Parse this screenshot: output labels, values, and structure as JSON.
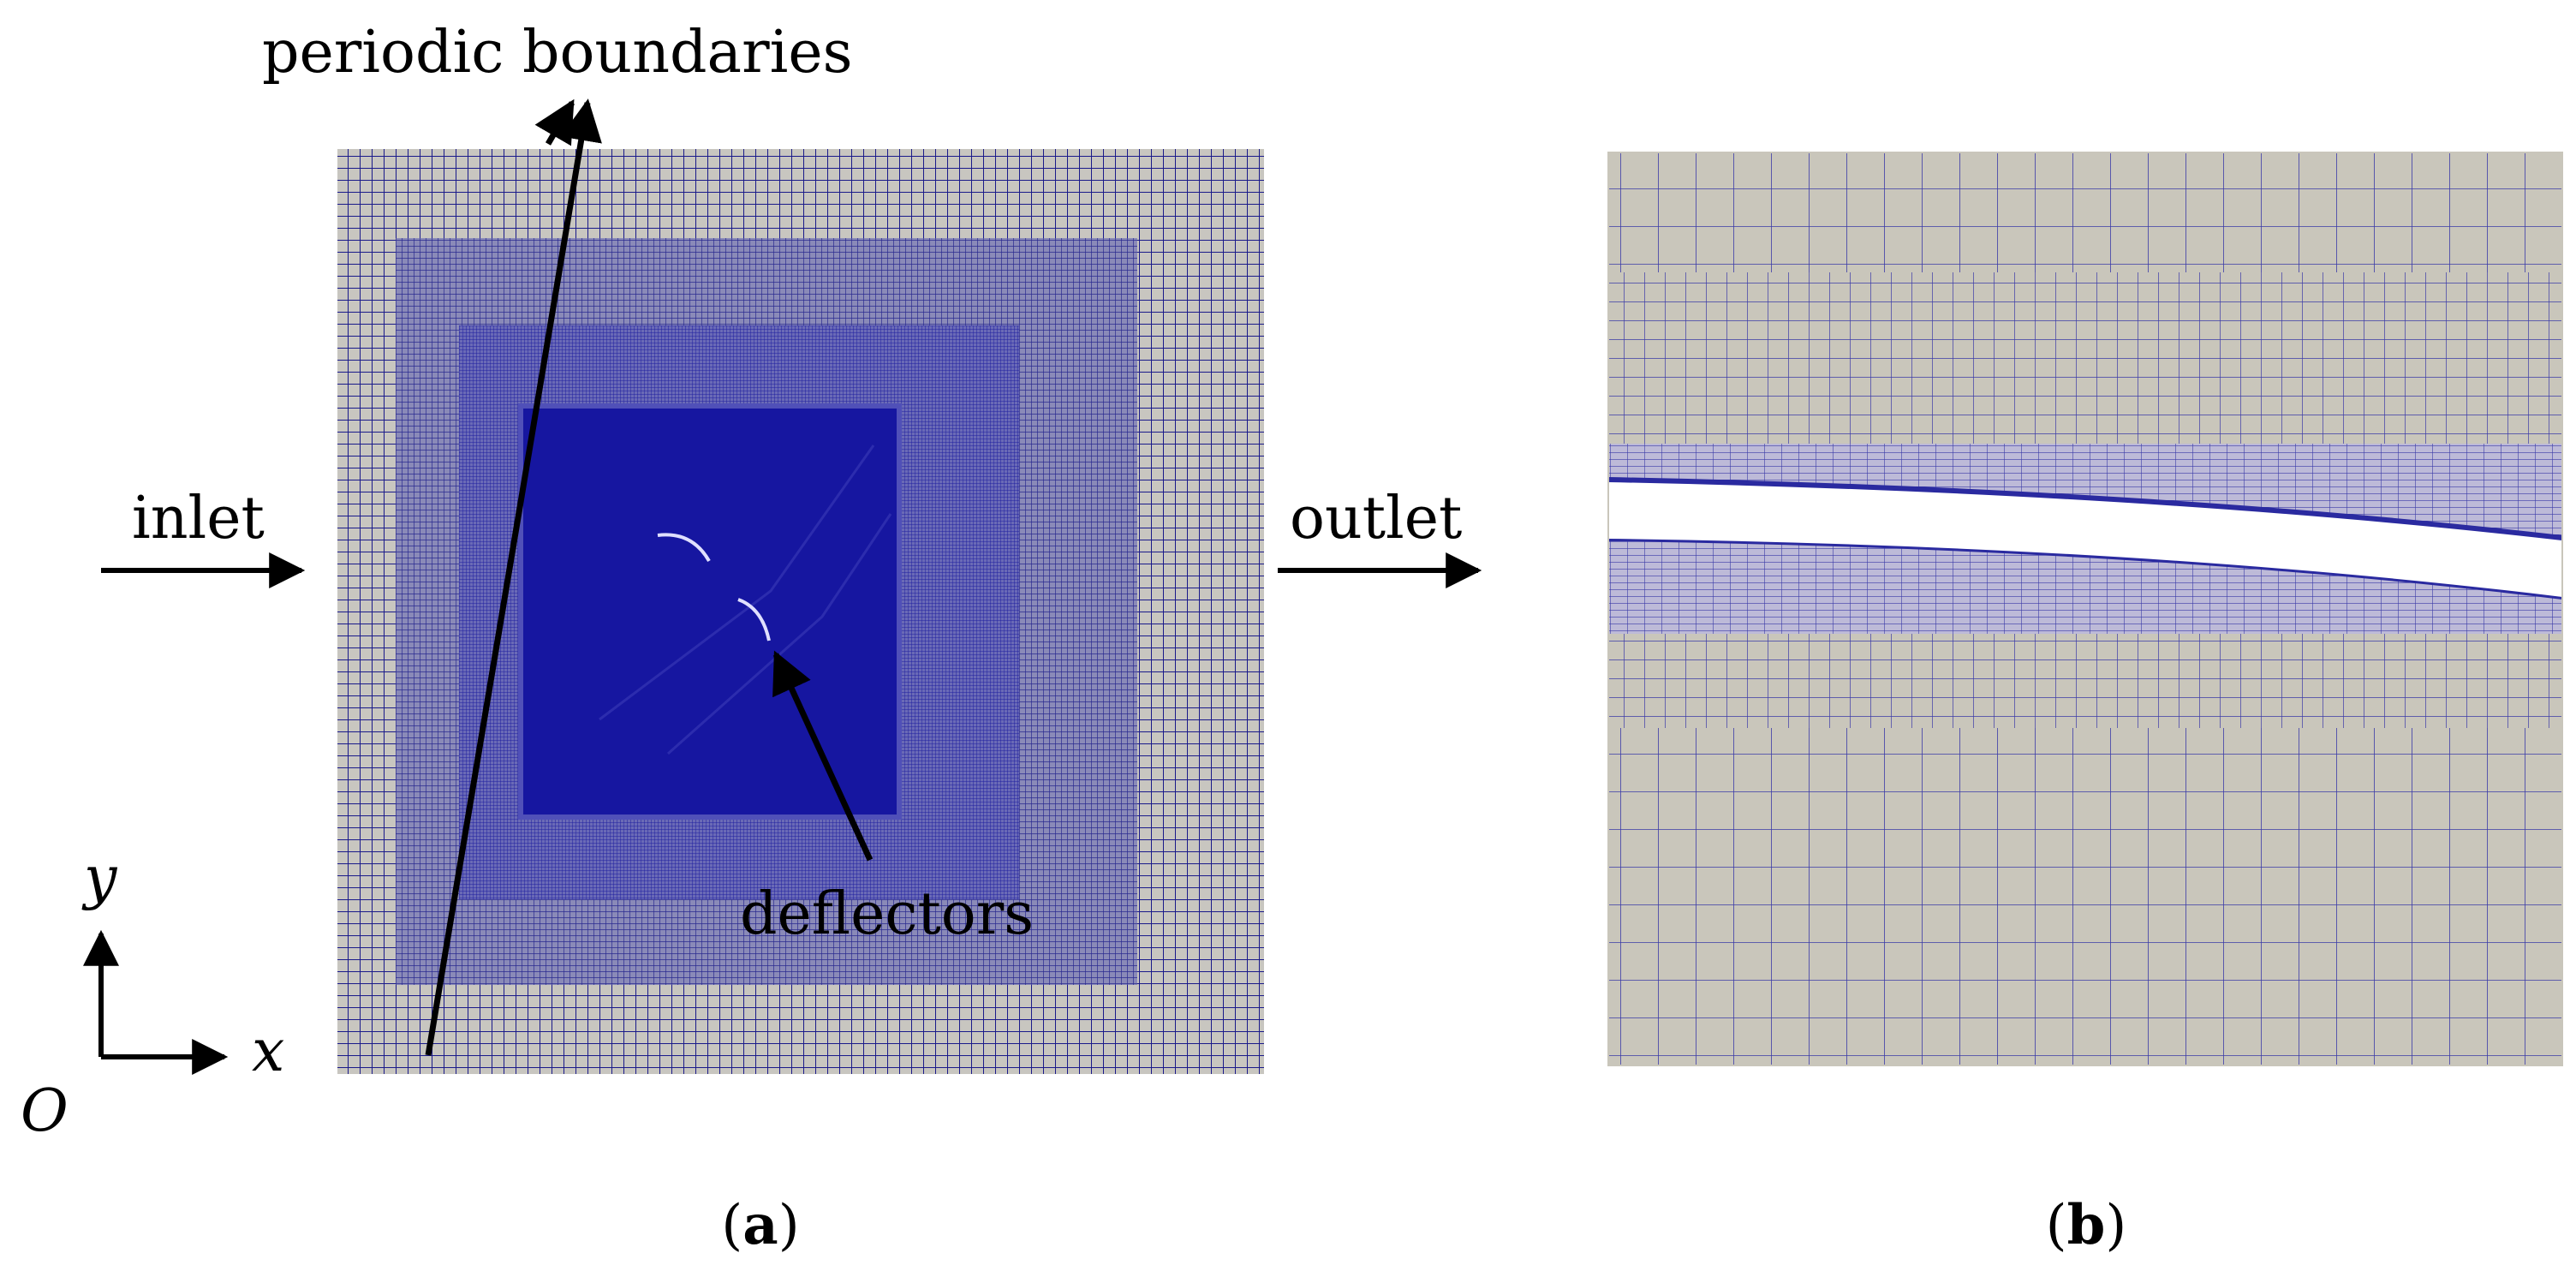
{
  "panel_a": {
    "labels": {
      "periodic_boundaries": "periodic boundaries",
      "inlet": "inlet",
      "outlet": "outlet",
      "deflectors": "deflectors",
      "axis_y": "y",
      "axis_x": "x",
      "origin": "O"
    },
    "caption": {
      "open": "(",
      "letter": "a",
      "close": ")"
    },
    "colors": {
      "background": "#ffffff",
      "grid_line": "#1a1a8a",
      "cell": "#c8c6c0",
      "zone_1": "#8a8ab8",
      "zone_2": "#6a6ab6",
      "zone_3": "#1616a0"
    }
  },
  "panel_b": {
    "caption": {
      "open": "(",
      "letter": "b",
      "close": ")"
    },
    "colors": {
      "cell": "#c9c6bb",
      "grid_line": "#3b3ba8",
      "gap": "#ffffff"
    }
  }
}
